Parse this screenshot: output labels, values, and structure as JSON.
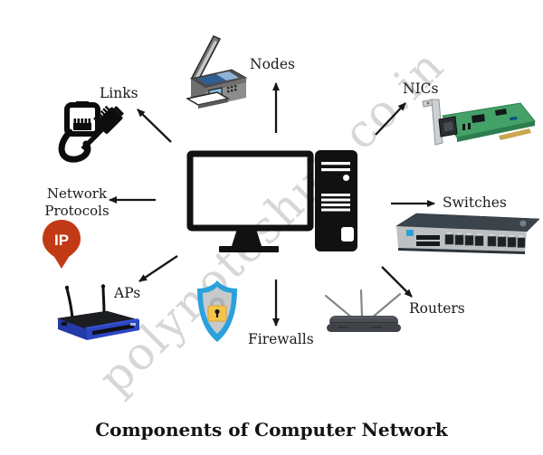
{
  "diagram": {
    "title": "Components of Computer Network",
    "watermark": "polynoteshub.co.in",
    "center_node": "computer",
    "labels": {
      "links": "Links",
      "nodes": "Nodes",
      "nics": "NICs",
      "switches": "Switches",
      "routers": "Routers",
      "firewalls": "Firewalls",
      "aps": "APs",
      "network_protocols": "Network Protocols"
    },
    "ip_badge_text": "IP",
    "icons": [
      "ethernet-cable-icon",
      "printer-icon",
      "network-card-icon",
      "switch-icon",
      "wireless-router-icon",
      "shield-lock-icon",
      "access-point-icon",
      "ip-pin-icon",
      "computer-icon"
    ],
    "colors": {
      "arrow": "#161616",
      "label_text": "#1b1b1b",
      "watermark": "#d7d7d7",
      "ip_pin_red": "#c23a15",
      "shield_blue": "#2aa1dc",
      "shield_inner_gray": "#c7c9cb",
      "lock_gold": "#f3c64b",
      "nic_green": "#44a268",
      "ap_blue": "#2b46c4",
      "switch_label_blue": "#2f9fd8"
    }
  }
}
